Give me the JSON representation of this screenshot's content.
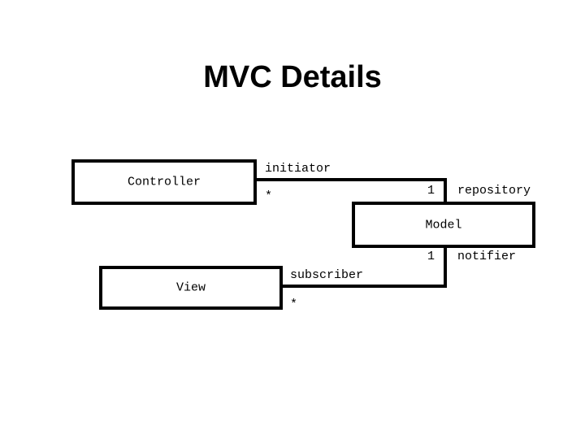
{
  "page": {
    "title": "MVC Details",
    "background_color": "#ffffff",
    "foreground_color": "#000000"
  },
  "diagram": {
    "type": "uml-class-diagram",
    "classes": [
      {
        "id": "controller",
        "name": "Controller"
      },
      {
        "id": "model",
        "name": "Model"
      },
      {
        "id": "view",
        "name": "View"
      }
    ],
    "associations": [
      {
        "id": "controller-model",
        "from": "Controller",
        "to": "Model",
        "from_role": "initiator",
        "from_multiplicity": "*",
        "to_role": "repository",
        "to_multiplicity": "1"
      },
      {
        "id": "view-model",
        "from": "View",
        "to": "Model",
        "from_role": "subscriber",
        "from_multiplicity": "*",
        "to_role": "notifier",
        "to_multiplicity": "1"
      }
    ],
    "labels": {
      "initiator": "initiator",
      "controller_mult": "*",
      "repository": "repository",
      "repository_mult": "1",
      "notifier": "notifier",
      "notifier_mult": "1",
      "subscriber": "subscriber",
      "view_mult": "*"
    }
  }
}
